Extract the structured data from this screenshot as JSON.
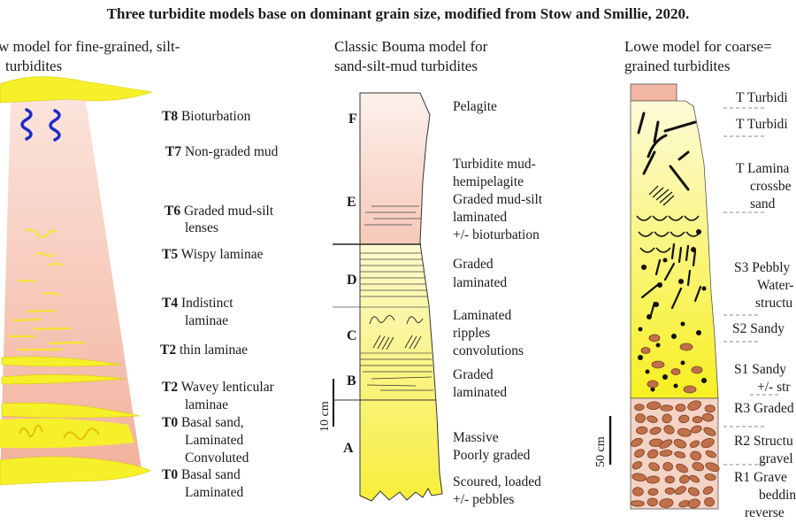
{
  "title": "Three turbidite models base on dominant grain size, modified from Stow and Smillie, 2020.",
  "left": {
    "heading_line1": "w model for fine-grained, silt-",
    "heading_line2": "turbidites",
    "units": [
      {
        "code": "T8",
        "text": "Bioturbation"
      },
      {
        "code": "T7",
        "text": "Non-graded mud"
      },
      {
        "code": "T6",
        "text": "Graded mud-silt",
        "text2": "lenses"
      },
      {
        "code": "T5",
        "text": "Wispy laminae"
      },
      {
        "code": "T4",
        "text": "Indistinct",
        "text2": "laminae"
      },
      {
        "code": "T2",
        "text": "thin laminae"
      },
      {
        "code": "T2",
        "text": "Wavey lenticular",
        "text2": "laminae"
      },
      {
        "code": "T0",
        "text": "Basal sand,",
        "text2": "Laminated",
        "text3": "Convoluted"
      },
      {
        "code": "T0",
        "text": "Basal sand",
        "text2": "Laminated"
      }
    ]
  },
  "middle": {
    "heading_line1": "Classic Bouma model for",
    "heading_line2": "sand-silt-mud turbidites",
    "letters": [
      "F",
      "E",
      "D",
      "C",
      "B",
      "A"
    ],
    "descriptions": {
      "f": "Pelagite",
      "e": [
        "Turbidite mud-",
        "hemipelagite",
        "Graded mud-silt",
        "laminated",
        "+/- bioturbation"
      ],
      "d": [
        "Graded",
        "laminated"
      ],
      "c": [
        "Laminated",
        "ripples",
        "convolutions"
      ],
      "b": [
        "Graded",
        "laminated"
      ],
      "a": [
        "Massive",
        "Poorly graded"
      ],
      "base": [
        "Scoured, loaded",
        "+/- pebbles"
      ]
    },
    "scale": "10 cm"
  },
  "right": {
    "heading_line1": "Lowe model for coarse=",
    "heading_line2": "grained turbidites",
    "units": [
      [
        "T Turbidi"
      ],
      [
        "T Turbidi"
      ],
      [
        "T Lamina",
        "crossbe",
        "sand"
      ],
      [
        "S3 Pebbly",
        "Water-",
        "structu"
      ],
      [
        "S2 Sandy"
      ],
      [
        "S1 Sandy",
        "+/- str"
      ],
      [
        "R3 Graded"
      ],
      [
        "R2 Structu",
        "gravel"
      ],
      [
        "R1 Grave",
        "beddin",
        "reverse"
      ]
    ],
    "scale": "50 cm"
  },
  "colors": {
    "pink": "#f2b7a3",
    "pink_light": "#fbe4dc",
    "yellow": "#f6f02a",
    "yellow_light": "#fcf9a8",
    "blue": "#1d2bc7",
    "pebble": "#c0704a",
    "gravel_bg": "#f4d2c4"
  }
}
